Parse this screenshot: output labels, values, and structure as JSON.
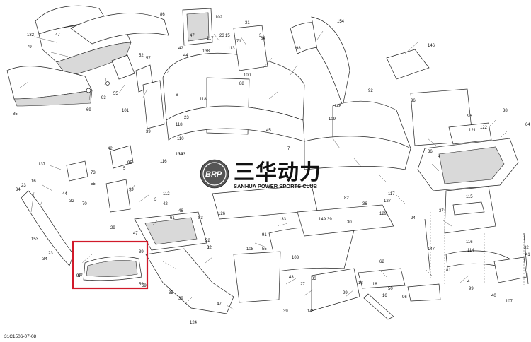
{
  "diagram": {
    "drawing_code": "31C1506-07-08",
    "highlight_color": "#d11a2a",
    "callouts": [
      "132",
      "47",
      "79",
      "85",
      "69",
      "93",
      "55",
      "86",
      "52",
      "102",
      "31",
      "117",
      "23",
      "15",
      "138",
      "113",
      "71",
      "44",
      "42",
      "47",
      "3",
      "100",
      "84",
      "98",
      "154",
      "146",
      "88",
      "57",
      "101",
      "118",
      "110",
      "23",
      "118",
      "6",
      "134",
      "39",
      "92",
      "109",
      "148",
      "45",
      "7",
      "116",
      "42",
      "95",
      "5",
      "133",
      "36",
      "96",
      "38",
      "64",
      "122",
      "121",
      "36",
      "6",
      "137",
      "34",
      "23",
      "16",
      "55",
      "44",
      "32",
      "73",
      "70",
      "99",
      "29",
      "112",
      "42",
      "3",
      "32",
      "126",
      "82",
      "133",
      "149",
      "39",
      "30",
      "24",
      "117",
      "127",
      "129",
      "36",
      "61",
      "46",
      "83",
      "22",
      "47",
      "32",
      "153",
      "23",
      "34",
      "91",
      "103",
      "55",
      "108",
      "62",
      "147",
      "81",
      "43",
      "115",
      "37",
      "116",
      "114",
      "32",
      "41",
      "40",
      "107",
      "39",
      "97",
      "59",
      "35",
      "27",
      "33",
      "29",
      "18",
      "18",
      "124",
      "47",
      "145",
      "96",
      "16",
      "39",
      "50",
      "4",
      "99"
    ],
    "watermark": {
      "brand_badge": "BRP",
      "chinese_text": "三华动力",
      "english_text": "SANHUA POWER SPORTS CLUB"
    },
    "highlighted_part": {
      "number": "97",
      "corner_labels": [
        "39",
        "59"
      ]
    }
  }
}
